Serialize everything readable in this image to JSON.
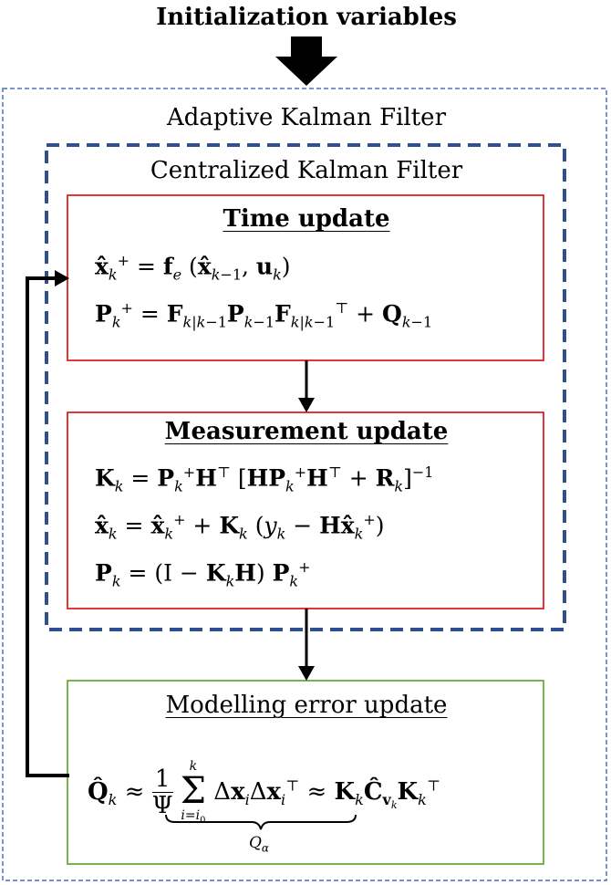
{
  "diagram": {
    "input_label": "Initialization variables",
    "outer_box_title": "Adaptive Kalman Filter",
    "inner_box_title": "Centralized Kalman Filter",
    "time_update": {
      "title": "Time update",
      "eq1": "x̂ₖ⁺ = fₑ(x̂ₖ₋₁, uₖ)",
      "eq2": "Pₖ⁺ = Fₖ|ₖ₋₁ Pₖ₋₁ Fₖ|ₖ₋₁ᵀ + Qₖ₋₁"
    },
    "measurement_update": {
      "title": "Measurement update",
      "eq1": "Kₖ = Pₖ⁺Hᵀ [HPₖ⁺Hᵀ + Rₖ]⁻¹",
      "eq2": "x̂ₖ = x̂ₖ⁺ + Kₖ (yₖ − Hx̂ₖ⁺)",
      "eq3": "Pₖ = (I − KₖH) Pₖ⁺"
    },
    "modelling_error_update": {
      "title": "Modelling error update",
      "eq1": "Q̂ₖ ≈ (1/Ψ) Σᵢ₌ᵢ₀ᵏ ΔxᵢΔxᵢᵀ ≈ Kₖ Ĉᵥₖ Kₖᵀ",
      "underbrace_label": "Qα"
    },
    "colors": {
      "outer_box_border": "#4a72b8",
      "inner_box_border": "#2f4f8f",
      "update_box_border": "#e02020",
      "modelling_box_border": "#6aab3c",
      "arrows": "#000000"
    }
  }
}
